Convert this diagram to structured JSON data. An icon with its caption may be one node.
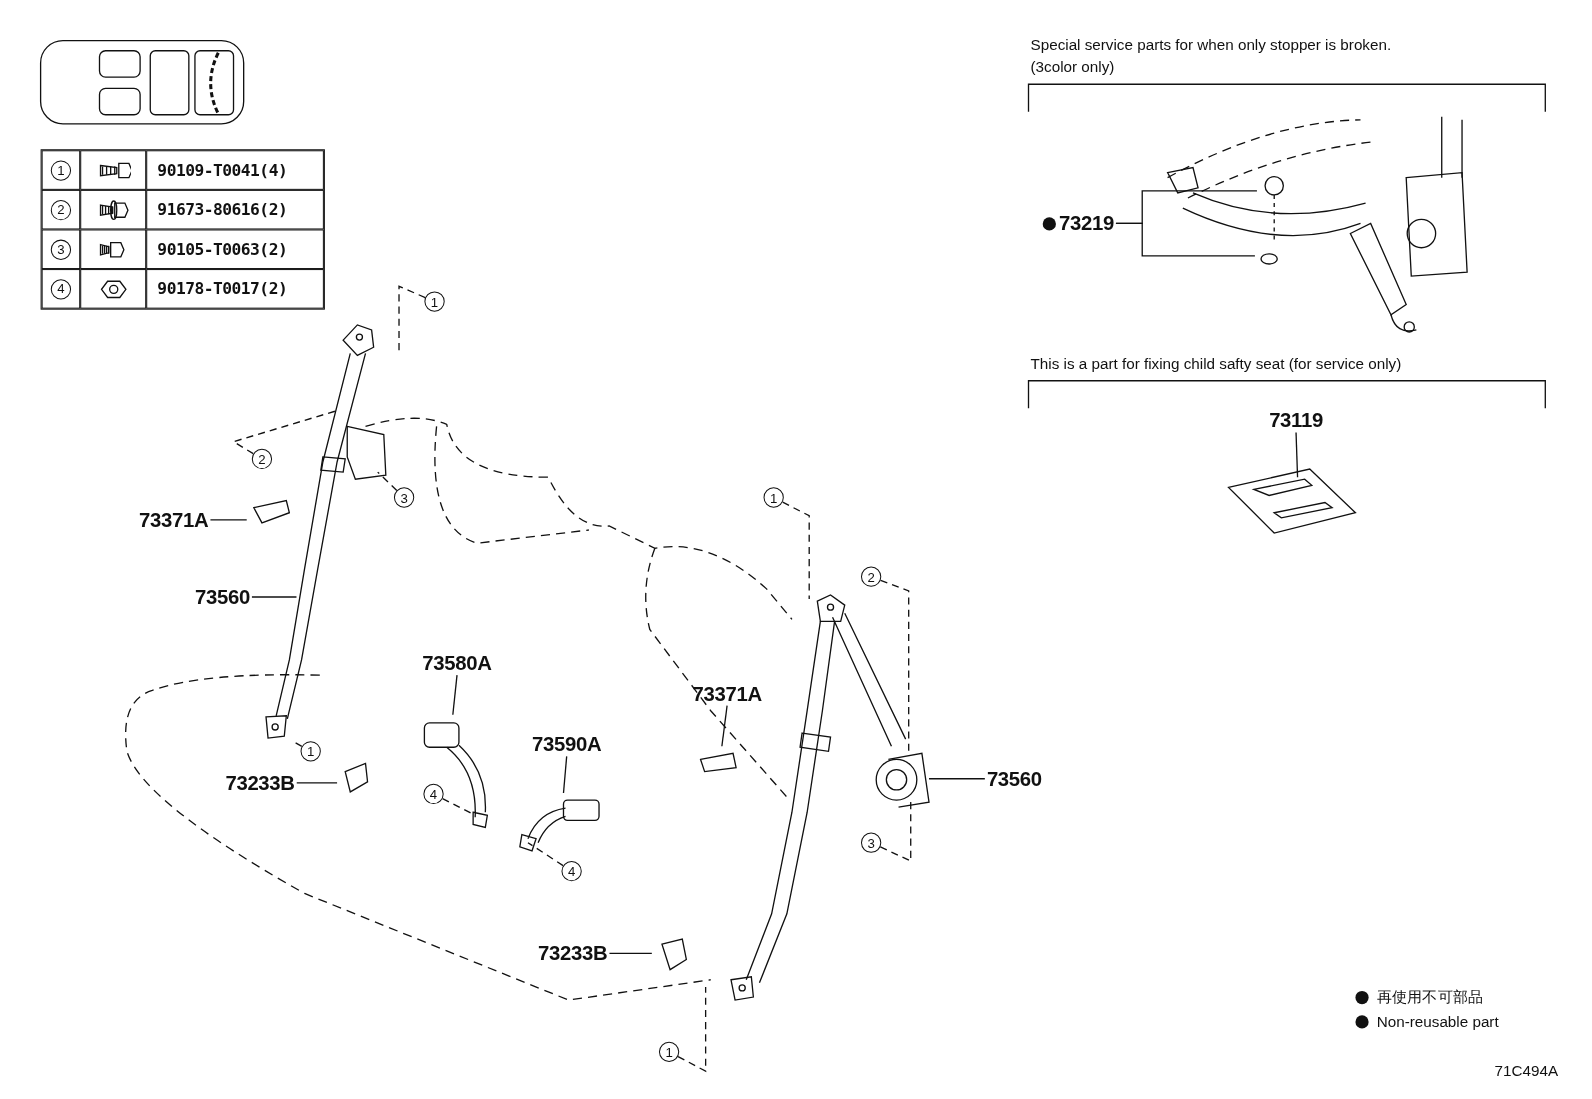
{
  "diagram": {
    "nodes": [
      {
        "text": [
          "73371A"
        ]
      },
      {
        "text": [
          "73560"
        ]
      },
      {
        "text": [
          "73233B"
        ]
      },
      {
        "text": [
          "73580A"
        ]
      },
      {
        "text": [
          "73590A"
        ]
      },
      {
        "text": [
          "73371A"
        ]
      },
      {
        "text": [
          "73233B"
        ]
      },
      {
        "text": [
          "73560"
        ]
      },
      {
        "text": [
          "73219"
        ]
      },
      {
        "text": [
          "73119"
        ]
      },
      {
        "text": [
          "1"
        ]
      },
      {
        "text": [
          "2"
        ]
      },
      {
        "text": [
          "3"
        ]
      },
      {
        "text": [
          "1"
        ]
      },
      {
        "text": [
          "4"
        ]
      },
      {
        "text": [
          "4"
        ]
      },
      {
        "text": [
          "1"
        ]
      },
      {
        "text": [
          "2"
        ]
      },
      {
        "text": [
          "3"
        ]
      },
      {
        "text": [
          "1"
        ]
      }
    ],
    "edges": [
      {
        "from": 0,
        "to": null,
        "arrow": "none"
      },
      {
        "from": 1,
        "to": null,
        "arrow": "none"
      },
      {
        "from": 2,
        "to": null,
        "arrow": "none"
      },
      {
        "from": 3,
        "to": null,
        "arrow": "none"
      },
      {
        "from": 4,
        "to": null,
        "arrow": "none"
      },
      {
        "from": 5,
        "to": null,
        "arrow": "none"
      },
      {
        "from": 6,
        "to": null,
        "arrow": "none"
      },
      {
        "from": 7,
        "to": null,
        "arrow": "none"
      },
      {
        "from": 8,
        "to": null,
        "arrow": "none"
      },
      {
        "from": 8,
        "to": null,
        "arrow": "none"
      },
      {
        "from": 9,
        "to": null,
        "arrow": "none"
      },
      {
        "from": 10,
        "to": null,
        "arrow": "none",
        "style": "dashed"
      },
      {
        "from": 11,
        "to": null,
        "arrow": "none",
        "style": "dashed"
      },
      {
        "from": 12,
        "to": null,
        "arrow": "none",
        "style": "dashed"
      },
      {
        "from": 13,
        "to": null,
        "arrow": "none",
        "style": "dashed"
      },
      {
        "from": 14,
        "to": null,
        "arrow": "none",
        "style": "dashed"
      },
      {
        "from": 15,
        "to": null,
        "arrow": "none",
        "style": "dashed"
      },
      {
        "from": 16,
        "to": null,
        "arrow": "none",
        "style": "dashed"
      },
      {
        "from": 17,
        "to": null,
        "arrow": "none",
        "style": "dashed"
      },
      {
        "from": 18,
        "to": null,
        "arrow": "none",
        "style": "dashed"
      },
      {
        "from": 19,
        "to": null,
        "arrow": "none",
        "style": "dashed"
      }
    ],
    "labels": [
      "1",
      "90109-T0041(4)",
      "2",
      "91673-80616(2)",
      "3",
      "90105-T0063(2)",
      "4",
      "90178-T0017(2)",
      "Special service parts for when only stopper is broken.",
      "(3color only)",
      "This is a part for fixing child safty seat (for service only)",
      "71C494A"
    ],
    "legend": [
      {
        "text": "再使用不可部品"
      },
      {
        "text": "Non-reusable part"
      }
    ]
  }
}
